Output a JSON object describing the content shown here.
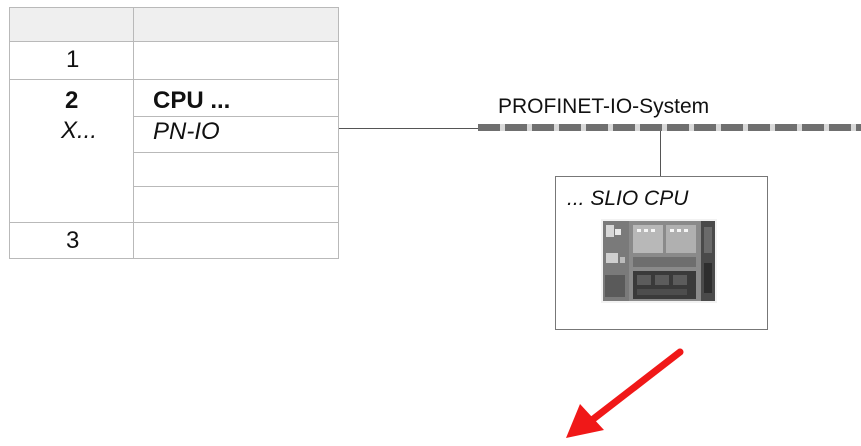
{
  "table": {
    "rows": [
      {
        "slot": "1"
      },
      {
        "slot": "2",
        "subslot": "X...",
        "module": "CPU ...",
        "submodule": "PN-IO"
      },
      {
        "slot": "3"
      }
    ]
  },
  "network": {
    "name": "PROFINET-IO-System"
  },
  "device": {
    "title": "... SLIO CPU",
    "image": "slio-cpu-module"
  },
  "colors": {
    "arrow": "#f01818",
    "grid_line": "#b9b9b9",
    "header_fill": "#efefef"
  }
}
